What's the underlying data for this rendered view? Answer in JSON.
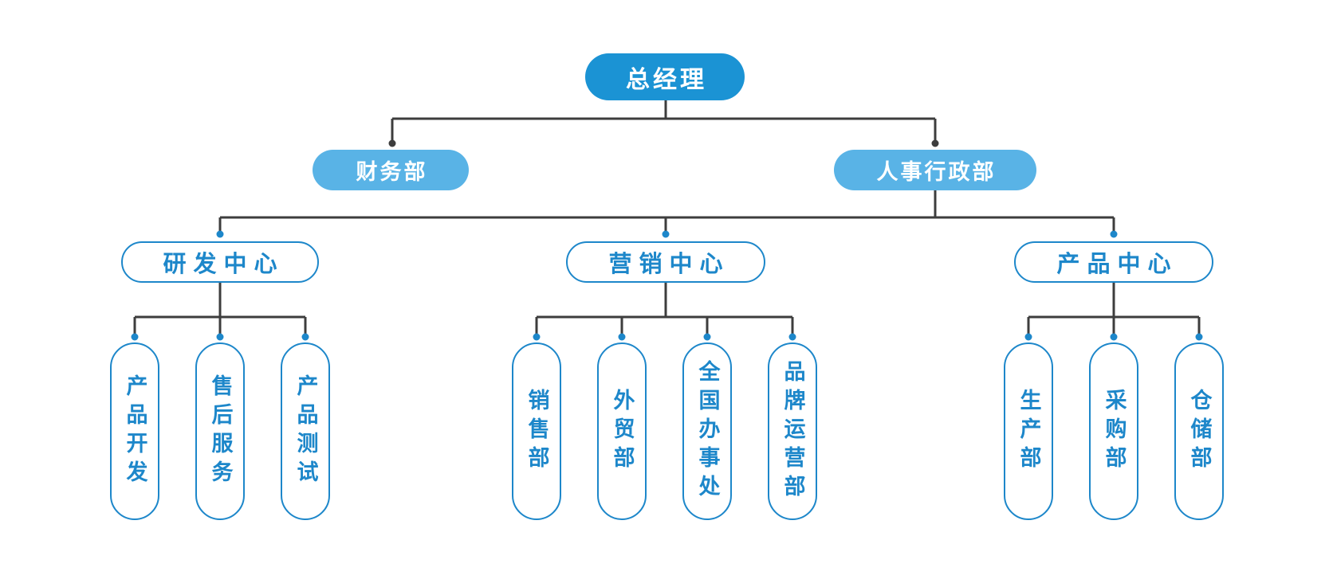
{
  "diagram": {
    "type": "org-chart",
    "root": {
      "label": "总经理"
    },
    "level2": [
      {
        "label": "财务部"
      },
      {
        "label": "人事行政部"
      }
    ],
    "centers": [
      {
        "label": "研发中心",
        "children": [
          {
            "label": "产品开发"
          },
          {
            "label": "售后服务"
          },
          {
            "label": "产品测试"
          }
        ]
      },
      {
        "label": "营销中心",
        "children": [
          {
            "label": "销售部"
          },
          {
            "label": "外贸部"
          },
          {
            "label": "全国办事处"
          },
          {
            "label": "品牌运营部"
          }
        ]
      },
      {
        "label": "产品中心",
        "children": [
          {
            "label": "生产部"
          },
          {
            "label": "采购部"
          },
          {
            "label": "仓储部"
          }
        ]
      }
    ],
    "colors": {
      "root_fill": "#1b93d4",
      "level2_fill": "#59b3e6",
      "outline_blue": "#1d87ca",
      "node_text_light": "#ffffff",
      "node_text_blue": "#1d87ca",
      "connector_line": "#3d3d3d",
      "connector_dot_dark": "#3d3d3d",
      "connector_dot_blue": "#1d87ca",
      "background": "#ffffff"
    }
  }
}
